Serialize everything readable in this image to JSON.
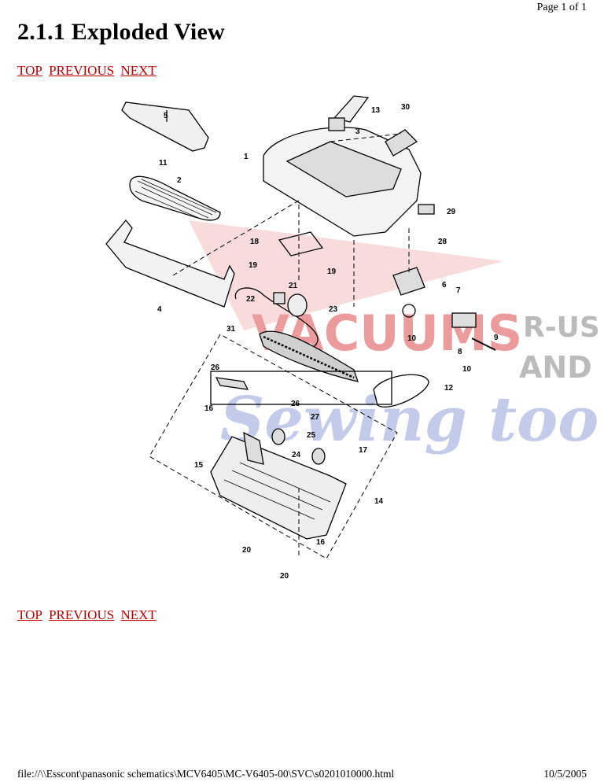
{
  "header": {
    "page_number": "Page 1 of 1"
  },
  "title": "2.1.1 Exploded View",
  "nav": {
    "top": "TOP",
    "previous": "PREVIOUS",
    "next": "NEXT"
  },
  "watermark": {
    "line1": "VACUUMS",
    "line2": "R-US",
    "line3": "AND",
    "line4": "Sewing too"
  },
  "part_labels": [
    "1",
    "2",
    "3",
    "4",
    "5",
    "6",
    "7",
    "8",
    "9",
    "10",
    "10",
    "11",
    "12",
    "13",
    "14",
    "15",
    "16",
    "16",
    "17",
    "18",
    "19",
    "19",
    "20",
    "20",
    "21",
    "22",
    "23",
    "24",
    "25",
    "26",
    "26",
    "27",
    "28",
    "29",
    "30",
    "31"
  ],
  "footer": {
    "path": "file://\\\\Esscont\\panasonic schematics\\MCV6405\\MC-V6405-00\\SVC\\s0201010000.html",
    "date": "10/5/2005"
  },
  "colors": {
    "link": "#c00000",
    "watermark_red": "#e88a8a",
    "watermark_blue": "#9aa8d8",
    "watermark_gray": "#b0b0b0"
  }
}
